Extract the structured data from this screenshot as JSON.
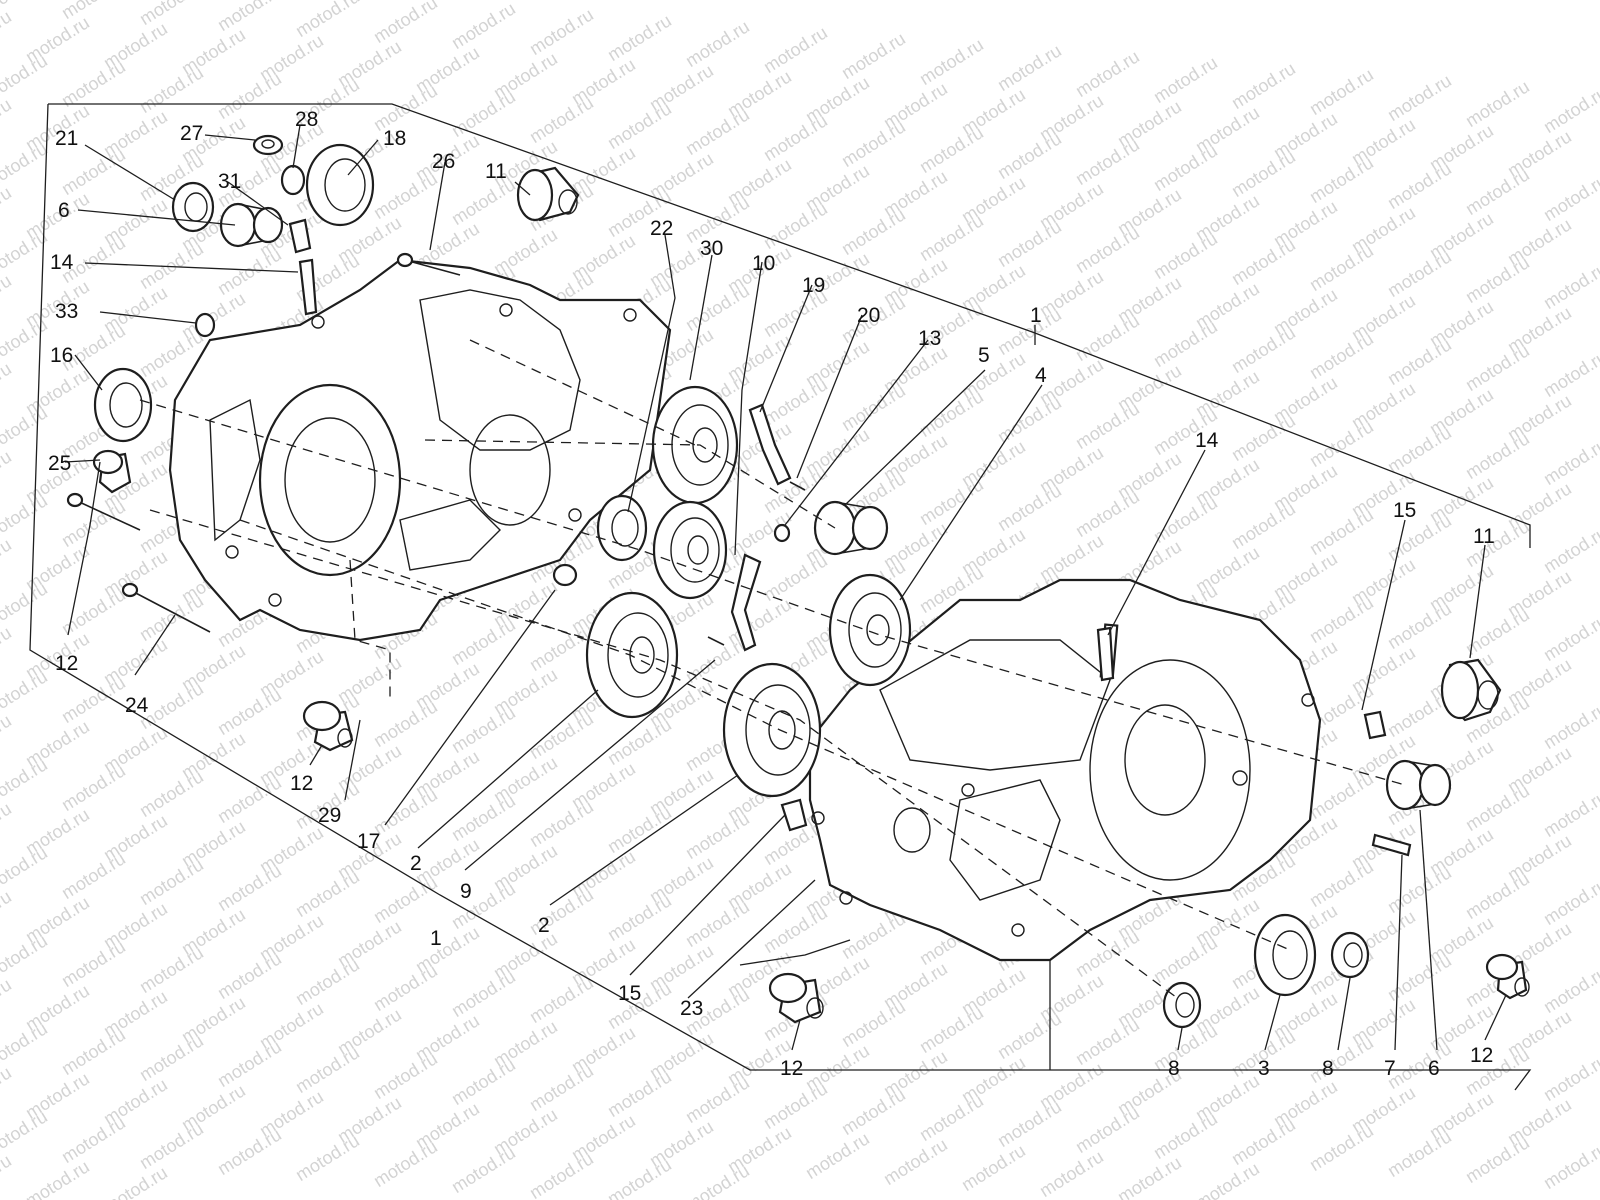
{
  "watermark": {
    "text": "motod.ru",
    "color": "#d3d3d3"
  },
  "diagram": {
    "line_color": "#1e1e1e",
    "callouts": {
      "c1a": "1",
      "c1b": "1",
      "c2a": "2",
      "c2b": "2",
      "c3": "3",
      "c4": "4",
      "c5": "5",
      "c6a": "6",
      "c6b": "6",
      "c7": "7",
      "c8a": "8",
      "c8b": "8",
      "c9": "9",
      "c10": "10",
      "c11a": "11",
      "c11b": "11",
      "c12a": "12",
      "c12b": "12",
      "c12c": "12",
      "c12d": "12",
      "c13": "13",
      "c14a": "14",
      "c14b": "14",
      "c15a": "15",
      "c15b": "15",
      "c16": "16",
      "c17": "17",
      "c18": "18",
      "c19": "19",
      "c20": "20",
      "c21": "21",
      "c22": "22",
      "c23": "23",
      "c24": "24",
      "c25": "25",
      "c26": "26",
      "c27": "27",
      "c28": "28",
      "c29": "29",
      "c30": "30",
      "c31": "31",
      "c33": "33"
    }
  }
}
